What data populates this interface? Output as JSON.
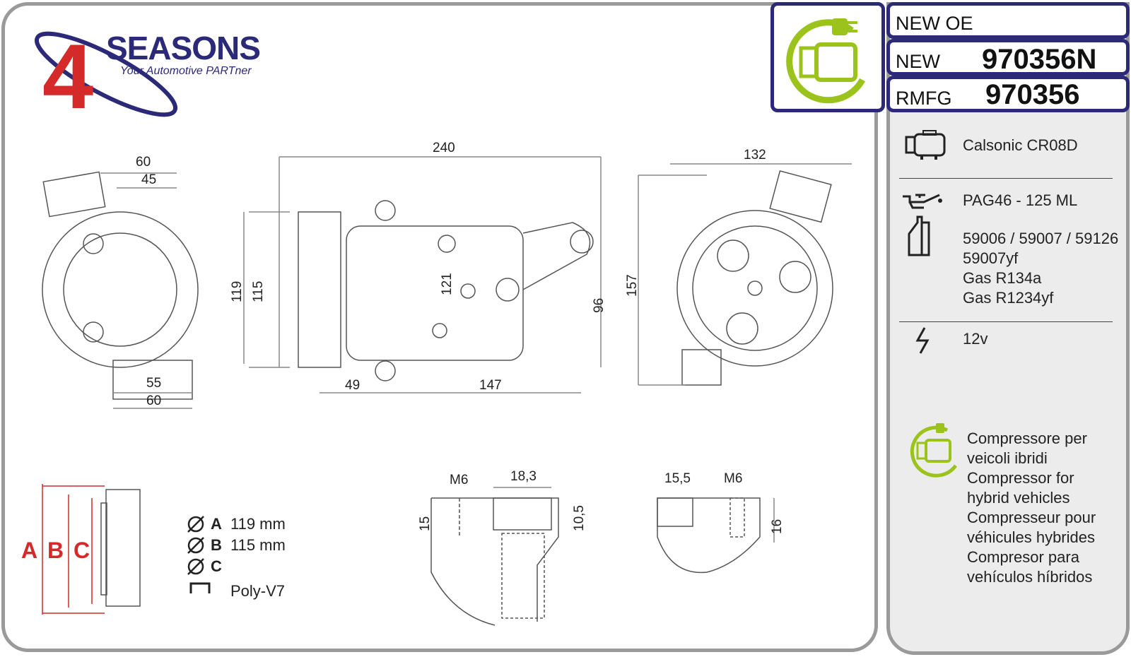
{
  "brand": {
    "logo_number": "4",
    "name": "SEASONS",
    "tagline": "Your Automotive PARTner"
  },
  "header": {
    "badge": "NEW OE",
    "new_label": "NEW",
    "new_code": "970356N",
    "rmfg_label": "RMFG",
    "rmfg_code": "970356"
  },
  "specs": {
    "compressor_model": "Calsonic CR08D",
    "oil": "PAG46 - 125 ML",
    "oil_refs": [
      "59006 / 59007 / 59126",
      "59007yf",
      "Gas R134a",
      "Gas R1234yf"
    ],
    "voltage": "12v",
    "hybrid_text": [
      "Compressore per",
      "veicoli ibridi",
      "Compressor for",
      "hybrid vehicles",
      "Compresseur pour",
      "véhicules hybrides",
      "Compresor para",
      "vehículos híbridos"
    ]
  },
  "dimensions": {
    "side_top": [
      "60",
      "45"
    ],
    "side_left": "119",
    "side_bottom": [
      "55",
      "60"
    ],
    "front_top": "240",
    "front_left": "115",
    "front_mid": "121",
    "front_right": "96",
    "front_bottom": [
      "49",
      "147"
    ],
    "rear_top": "132",
    "rear_left": "157",
    "port1": {
      "thread": "M6",
      "width": "18,3",
      "left": "15",
      "right": "10,5"
    },
    "port2": {
      "width": "15,5",
      "thread": "M6",
      "right": "16"
    }
  },
  "pulley": {
    "letters": [
      "A",
      "B",
      "C"
    ],
    "rows": [
      {
        "letter": "A",
        "value": "119 mm"
      },
      {
        "letter": "B",
        "value": "115 mm"
      },
      {
        "letter": "C",
        "value": ""
      }
    ],
    "belt": "Poly-V7"
  },
  "colors": {
    "navy": "#2c2a78",
    "green": "#9bc31c",
    "red": "#d42a2a",
    "panel": "#ececec"
  }
}
